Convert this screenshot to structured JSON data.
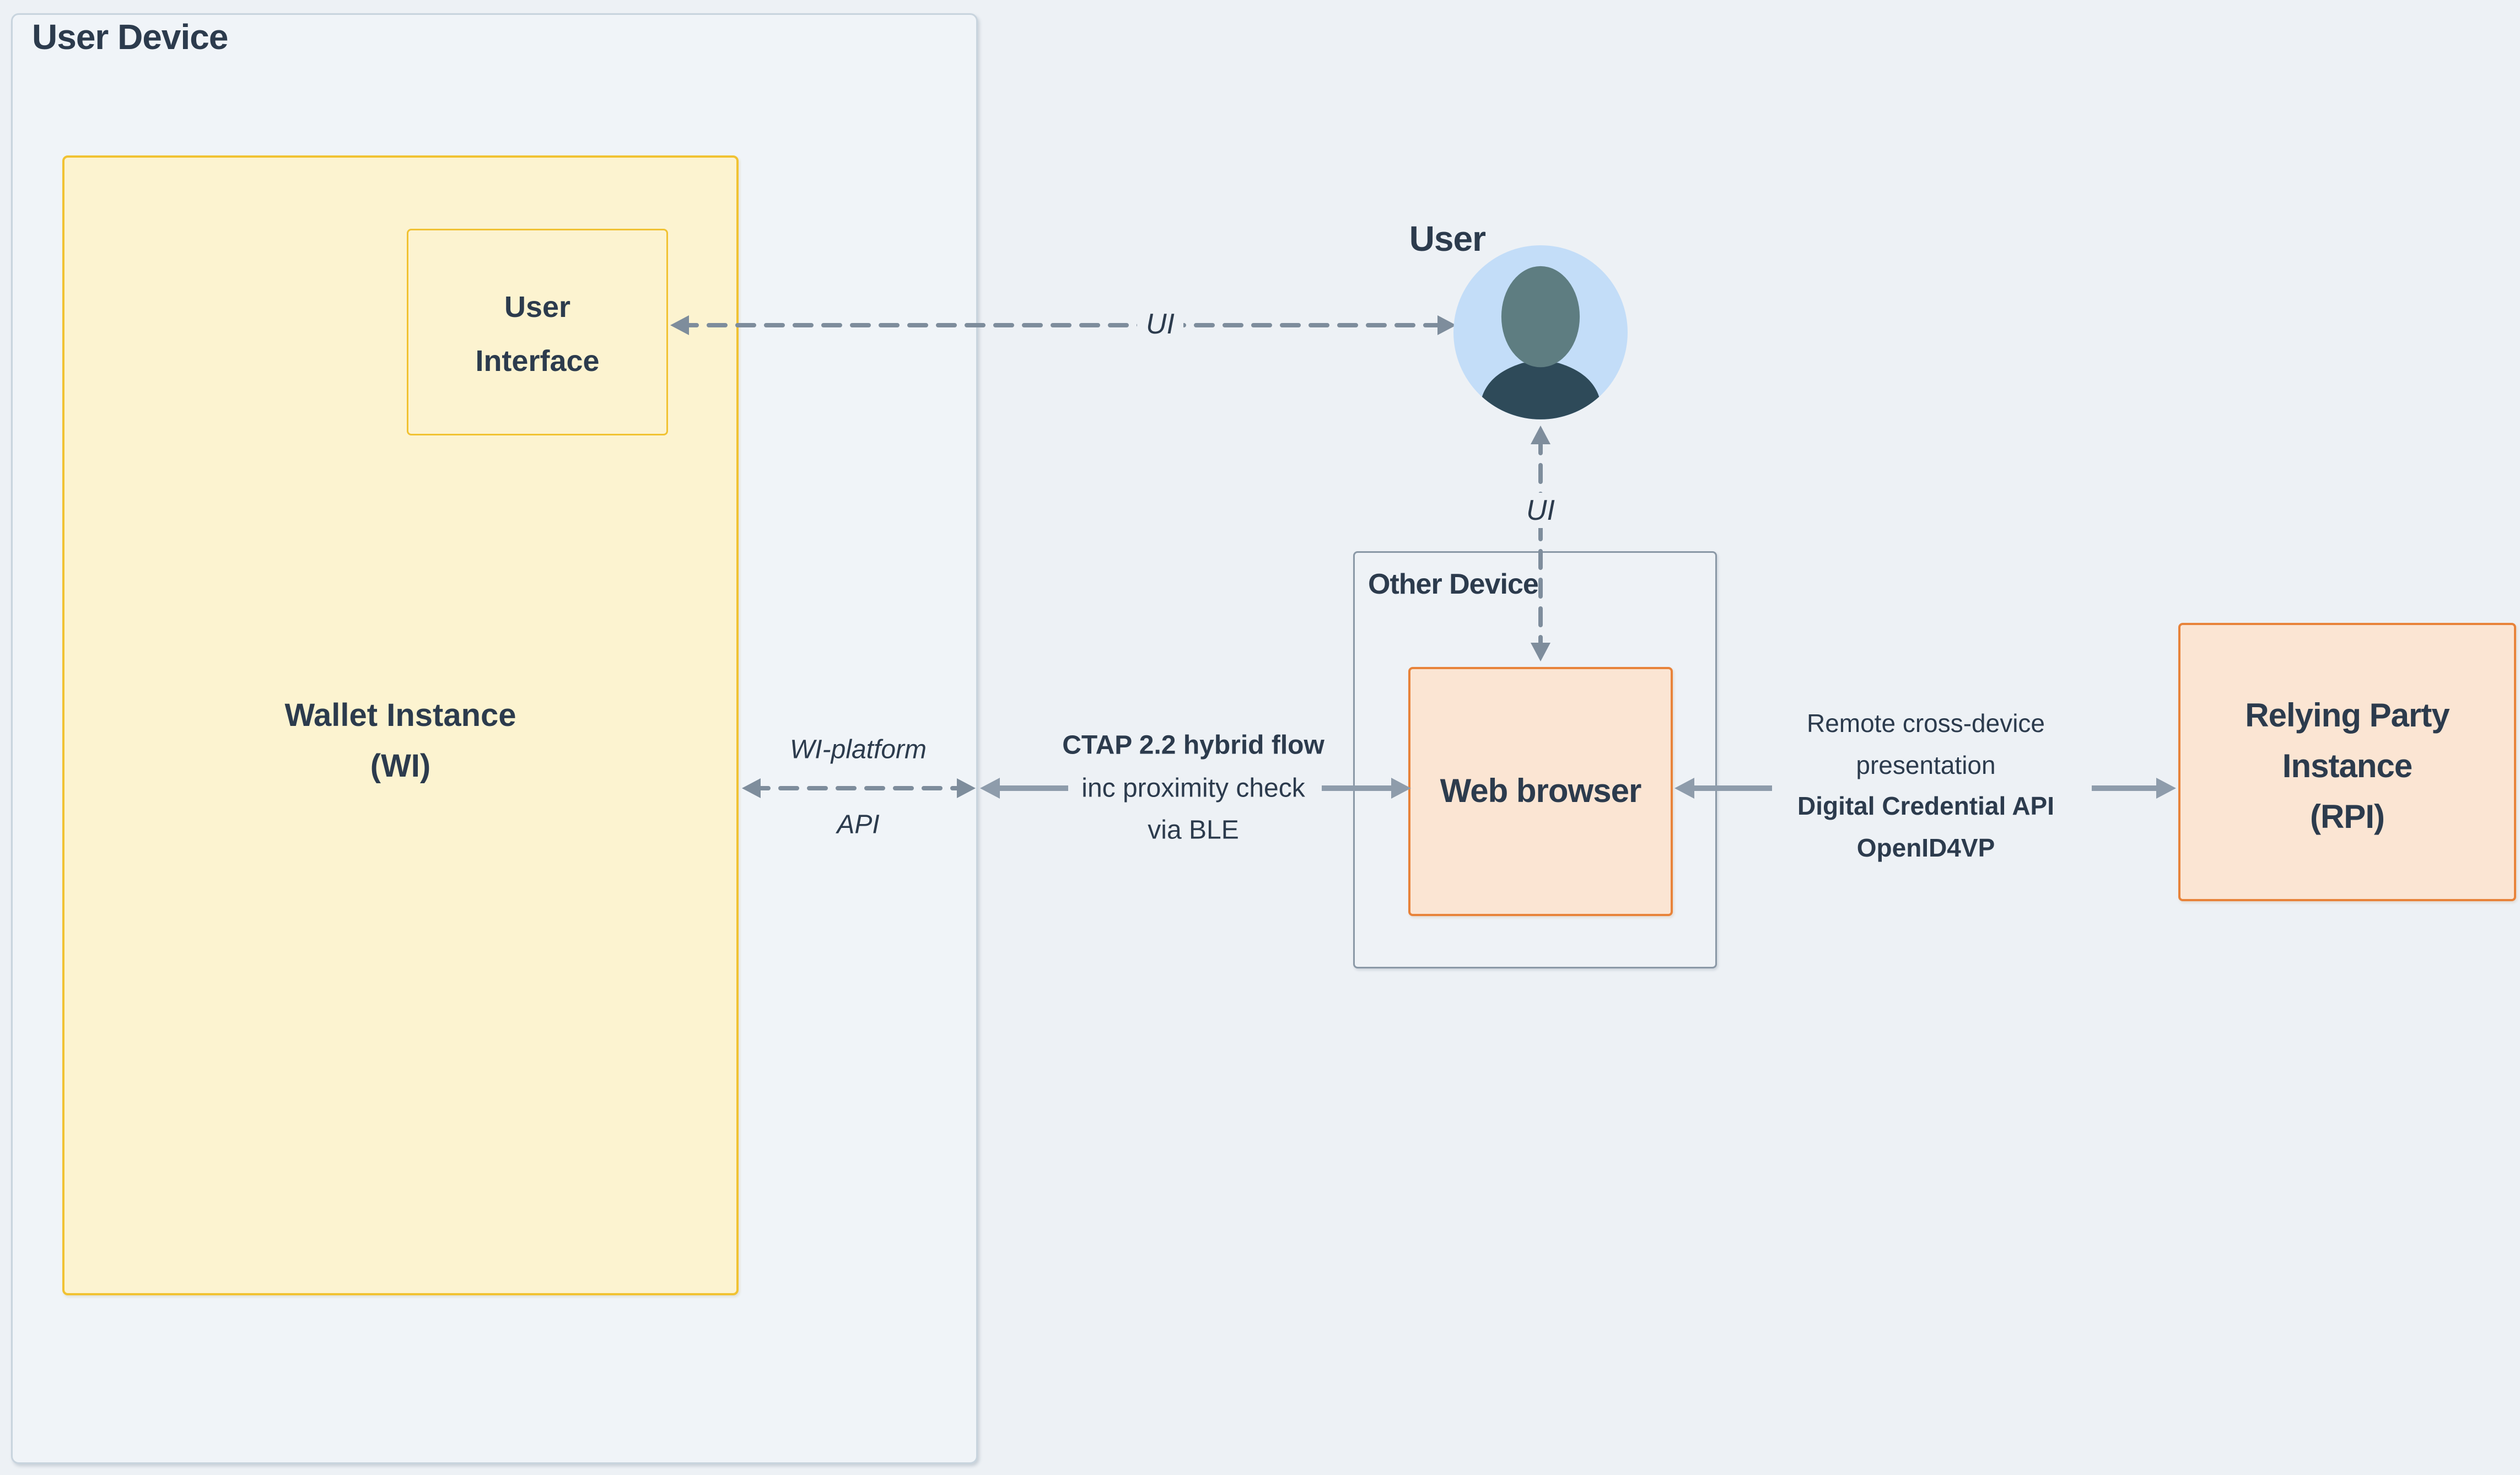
{
  "colors": {
    "page_background": "#edf1f5",
    "panel_fill": "#f0f4f8",
    "panel_border": "#c8d4de",
    "wallet_fill": "#fcf3d0",
    "wallet_border": "#f1c232",
    "peach_fill": "#fbe5d3",
    "peach_border": "#e8833a",
    "other_device_border": "#8a98a6",
    "dashed_arrow": "#7e8d9c",
    "solid_arrow": "#8e9cab",
    "text_dark": "#2c3b4d",
    "avatar_circle": "#c3ddf8",
    "avatar_head": "#5e7d81",
    "avatar_body": "#2e4a59"
  },
  "user_device": {
    "title": "User Device"
  },
  "wallet": {
    "line1": "Wallet Instance",
    "line2": "(WI)"
  },
  "ui_box": {
    "line1": "User",
    "line2": "Interface"
  },
  "user": {
    "label": "User"
  },
  "other_device": {
    "label": "Other Device"
  },
  "web_browser": {
    "label": "Web browser"
  },
  "rpi": {
    "line1": "Relying Party",
    "line2": "Instance",
    "line3": "(RPI)"
  },
  "edges": {
    "ui_horizontal_label": "UI",
    "ui_vertical_label": "UI",
    "wi_platform": {
      "line1": "WI-platform",
      "line2": "API"
    },
    "ctap": {
      "line1": "CTAP 2.2 hybrid flow",
      "line2": "inc proximity check",
      "line3": "via BLE"
    },
    "remote": {
      "line1": "Remote cross-device",
      "line2": "presentation",
      "line3": "Digital Credential API",
      "line4": "OpenID4VP"
    }
  }
}
